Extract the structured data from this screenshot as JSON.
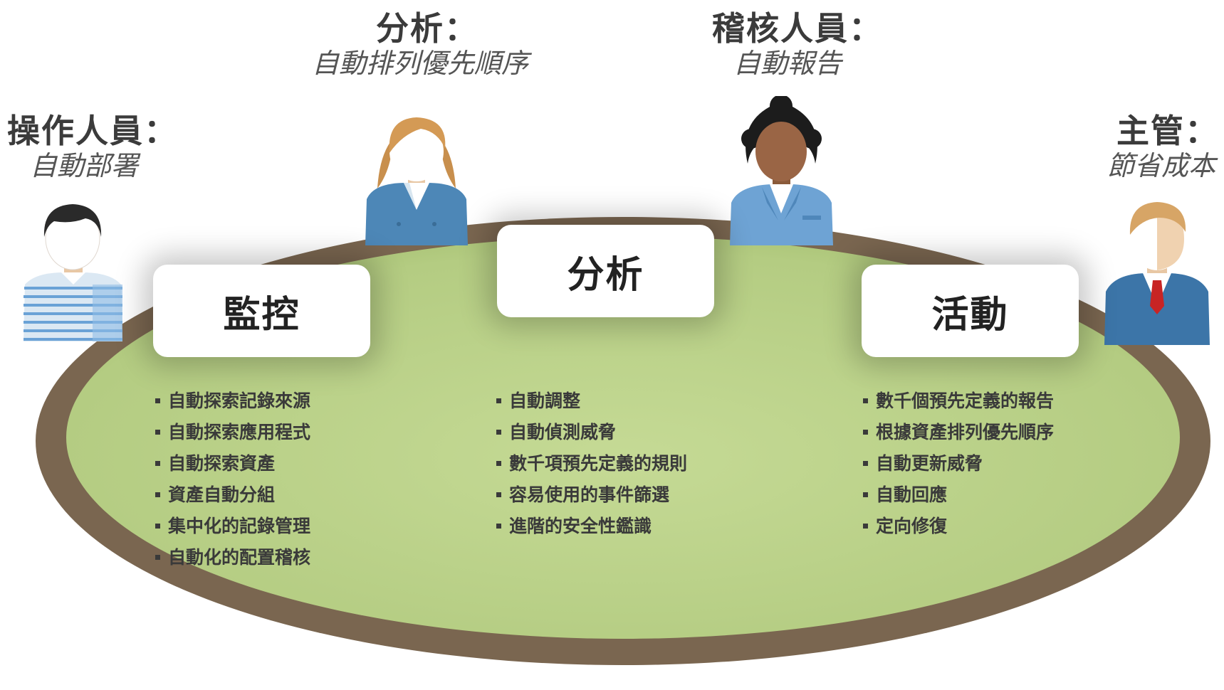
{
  "roles": {
    "operator": {
      "title": "操作人員：",
      "subtitle": "自動部署"
    },
    "analyst": {
      "title": "分析：",
      "subtitle": "自動排列優先順序"
    },
    "auditor": {
      "title": "稽核人員：",
      "subtitle": "自動報告"
    },
    "manager": {
      "title": "主管：",
      "subtitle": "節省成本"
    }
  },
  "columns": {
    "monitor": {
      "label": "監控",
      "items": [
        "自動探索記錄來源",
        "自動探索應用程式",
        "自動探索資產",
        "資產自動分組",
        "集中化的記錄管理",
        "自動化的配置稽核"
      ]
    },
    "analysis": {
      "label": "分析",
      "items": [
        "自動調整",
        "自動偵測威脅",
        "數千項預先定義的規則",
        "容易使用的事件篩選",
        "進階的安全性鑑識"
      ]
    },
    "action": {
      "label": "活動",
      "items": [
        "數千個預先定義的報告",
        "根據資產排列優先順序",
        "自動更新威脅",
        "自動回應",
        "定向修復"
      ]
    }
  },
  "colors": {
    "table_rim": "#7a6650",
    "table_top": "#b8d088",
    "shirt_blue": "#4a86b8",
    "text_dark": "#3a3a3a"
  },
  "icons": [
    "operator-avatar-icon",
    "analyst-avatar-icon",
    "auditor-avatar-icon",
    "manager-avatar-icon"
  ]
}
